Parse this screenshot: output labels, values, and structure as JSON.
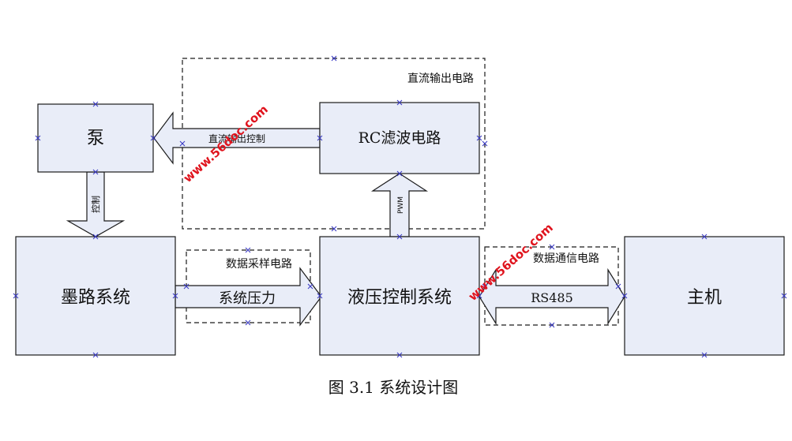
{
  "blocks": {
    "pump": "泵",
    "rc_filter": "RC滤波电路",
    "ink_system": "墨路系统",
    "hydraulic": "液压控制系统",
    "host": "主机"
  },
  "regions": {
    "dc_output": "直流输出电路",
    "data_sampling": "数据采样电路",
    "data_comm": "数据通信电路"
  },
  "arrows": {
    "dc_control": "直流输出控制",
    "control": "控制",
    "pwm": "PWM",
    "system_pressure": "系统压力",
    "rs485": "RS485"
  },
  "caption": "图 3.1  系统设计图",
  "watermark": "www.56doc.com",
  "colors": {
    "block_fill": "#e9edf8",
    "arrow_fill": "#e9edf8",
    "stroke": "#1a1a1a",
    "marker": "#3b3bc4",
    "watermark": "#e0141e"
  }
}
